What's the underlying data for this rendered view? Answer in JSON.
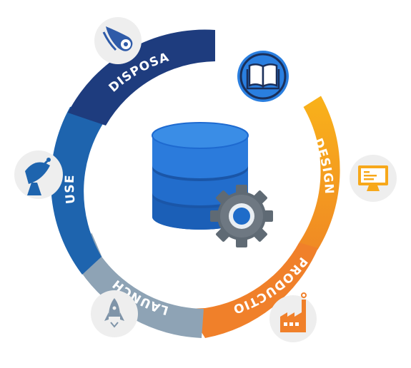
{
  "diagram": {
    "stages": [
      {
        "label": "DESIGN",
        "color": "#f7a81b",
        "icon": "monitor-icon"
      },
      {
        "label": "PRODUCTION",
        "color": "#f0802a",
        "icon": "factory-icon"
      },
      {
        "label": "LAUNCH",
        "color": "#8ea3b5",
        "icon": "rocket-icon"
      },
      {
        "label": "USE",
        "color": "#1e64ae",
        "icon": "satellite-dish-icon"
      },
      {
        "label": "DISPOSAL",
        "color": "#1e3c7e",
        "icon": "reentry-debris-icon"
      }
    ],
    "center_icon": "database-gear-icon",
    "top_icon": "book-icon",
    "colors": {
      "db_top": "#3a8de6",
      "db_body": "#1f6cc9",
      "db_dark": "#1a56a8",
      "gear": "#5f6a74",
      "icon_bg": "#eeeeee",
      "book_bg": "#2a7fe0"
    }
  }
}
